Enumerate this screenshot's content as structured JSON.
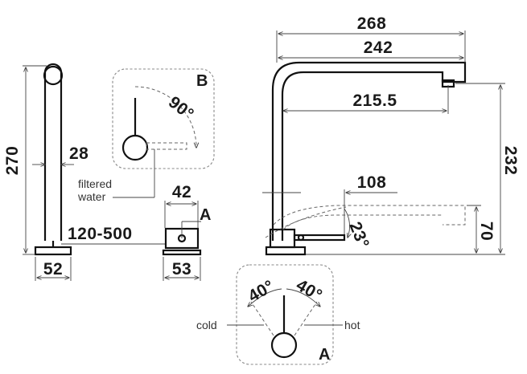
{
  "dimensions": {
    "total_width": "268",
    "spout_reach": "242",
    "aerator_offset": "215.5",
    "spout_height": "232",
    "tilt_reach": "108",
    "tilt_height": "70",
    "tilt_angle": "23°",
    "side_height": "270",
    "column_diameter": "28",
    "side_base": "52",
    "counter_thickness": "120-500",
    "connector_width": "42",
    "connector_base": "53",
    "swivel_angle": "90°",
    "cold_angle": "40°",
    "hot_angle": "40°"
  },
  "labels": {
    "detail_a_top": "A",
    "detail_a_bottom": "A",
    "detail_b": "B",
    "filtered_line1": "filtered",
    "filtered_line2": "water",
    "cold": "cold",
    "hot": "hot"
  },
  "colors": {
    "line": "#111111",
    "dimension_line": "#444444",
    "detail_box": "#888888"
  }
}
